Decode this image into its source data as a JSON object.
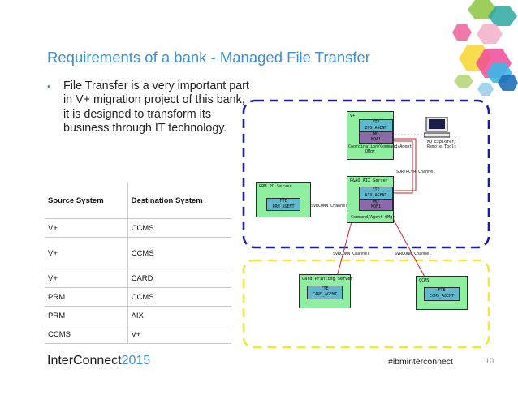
{
  "title": "Requirements of a bank - Managed File Transfer",
  "bullet": "File Transfer is a very important part in V+ migration project of this bank, it is designed to transform its business through IT technology.",
  "table": {
    "headers": [
      "Source System",
      "Destination System"
    ],
    "rows": [
      [
        "V+",
        "CCMS"
      ],
      [
        "V+",
        "CCMS"
      ],
      [
        "V+",
        "CARD"
      ],
      [
        "PRM",
        "CCMS"
      ],
      [
        "PRM",
        "AIX"
      ],
      [
        "CCMS",
        "V+"
      ]
    ]
  },
  "diagram": {
    "vplus": {
      "label": "V+",
      "agent": "FTE\nZOS_AGENT",
      "mq": "MQ\nMQA1",
      "caption": "Coordination/Command/Agent QMgr"
    },
    "explorer": {
      "caption": "MQ Explorer/\nRemote Tools"
    },
    "aix": {
      "label": "P&AO AIX Server",
      "agent": "FTE\nAIX_AGENT",
      "mq": "MQ\nMQF1",
      "caption": "Command/Agent QMgr"
    },
    "prm": {
      "label": "PRM PC Server",
      "agent": "FTE\nPRM_AGENT"
    },
    "card": {
      "label": "Card Printing Server",
      "agent": "FTE\nCARD_AGENT"
    },
    "ccms": {
      "label": "CCMS",
      "agent": "FTE\nCCMS_AGENT"
    },
    "channels": {
      "sdr_rcvr": "SDR/RCVR Channel",
      "svrconn_prm": "SVRCONN Channel",
      "svrconn_card": "SVRCONN Channel",
      "svrconn_ccms": "SVRCONN Channel"
    }
  },
  "footer": {
    "brand": "InterConnect",
    "year": "2015",
    "hashtag": "#ibminterconnect",
    "page": "10"
  },
  "colors": {
    "accent": "#3f8fd2",
    "blue_dash": "#1a1aa8",
    "yellow_dash": "#f5e63a",
    "node": "#8fefa0",
    "agent": "#5fb9cf",
    "mq": "#8a6aa8",
    "link": "#c0262d"
  }
}
